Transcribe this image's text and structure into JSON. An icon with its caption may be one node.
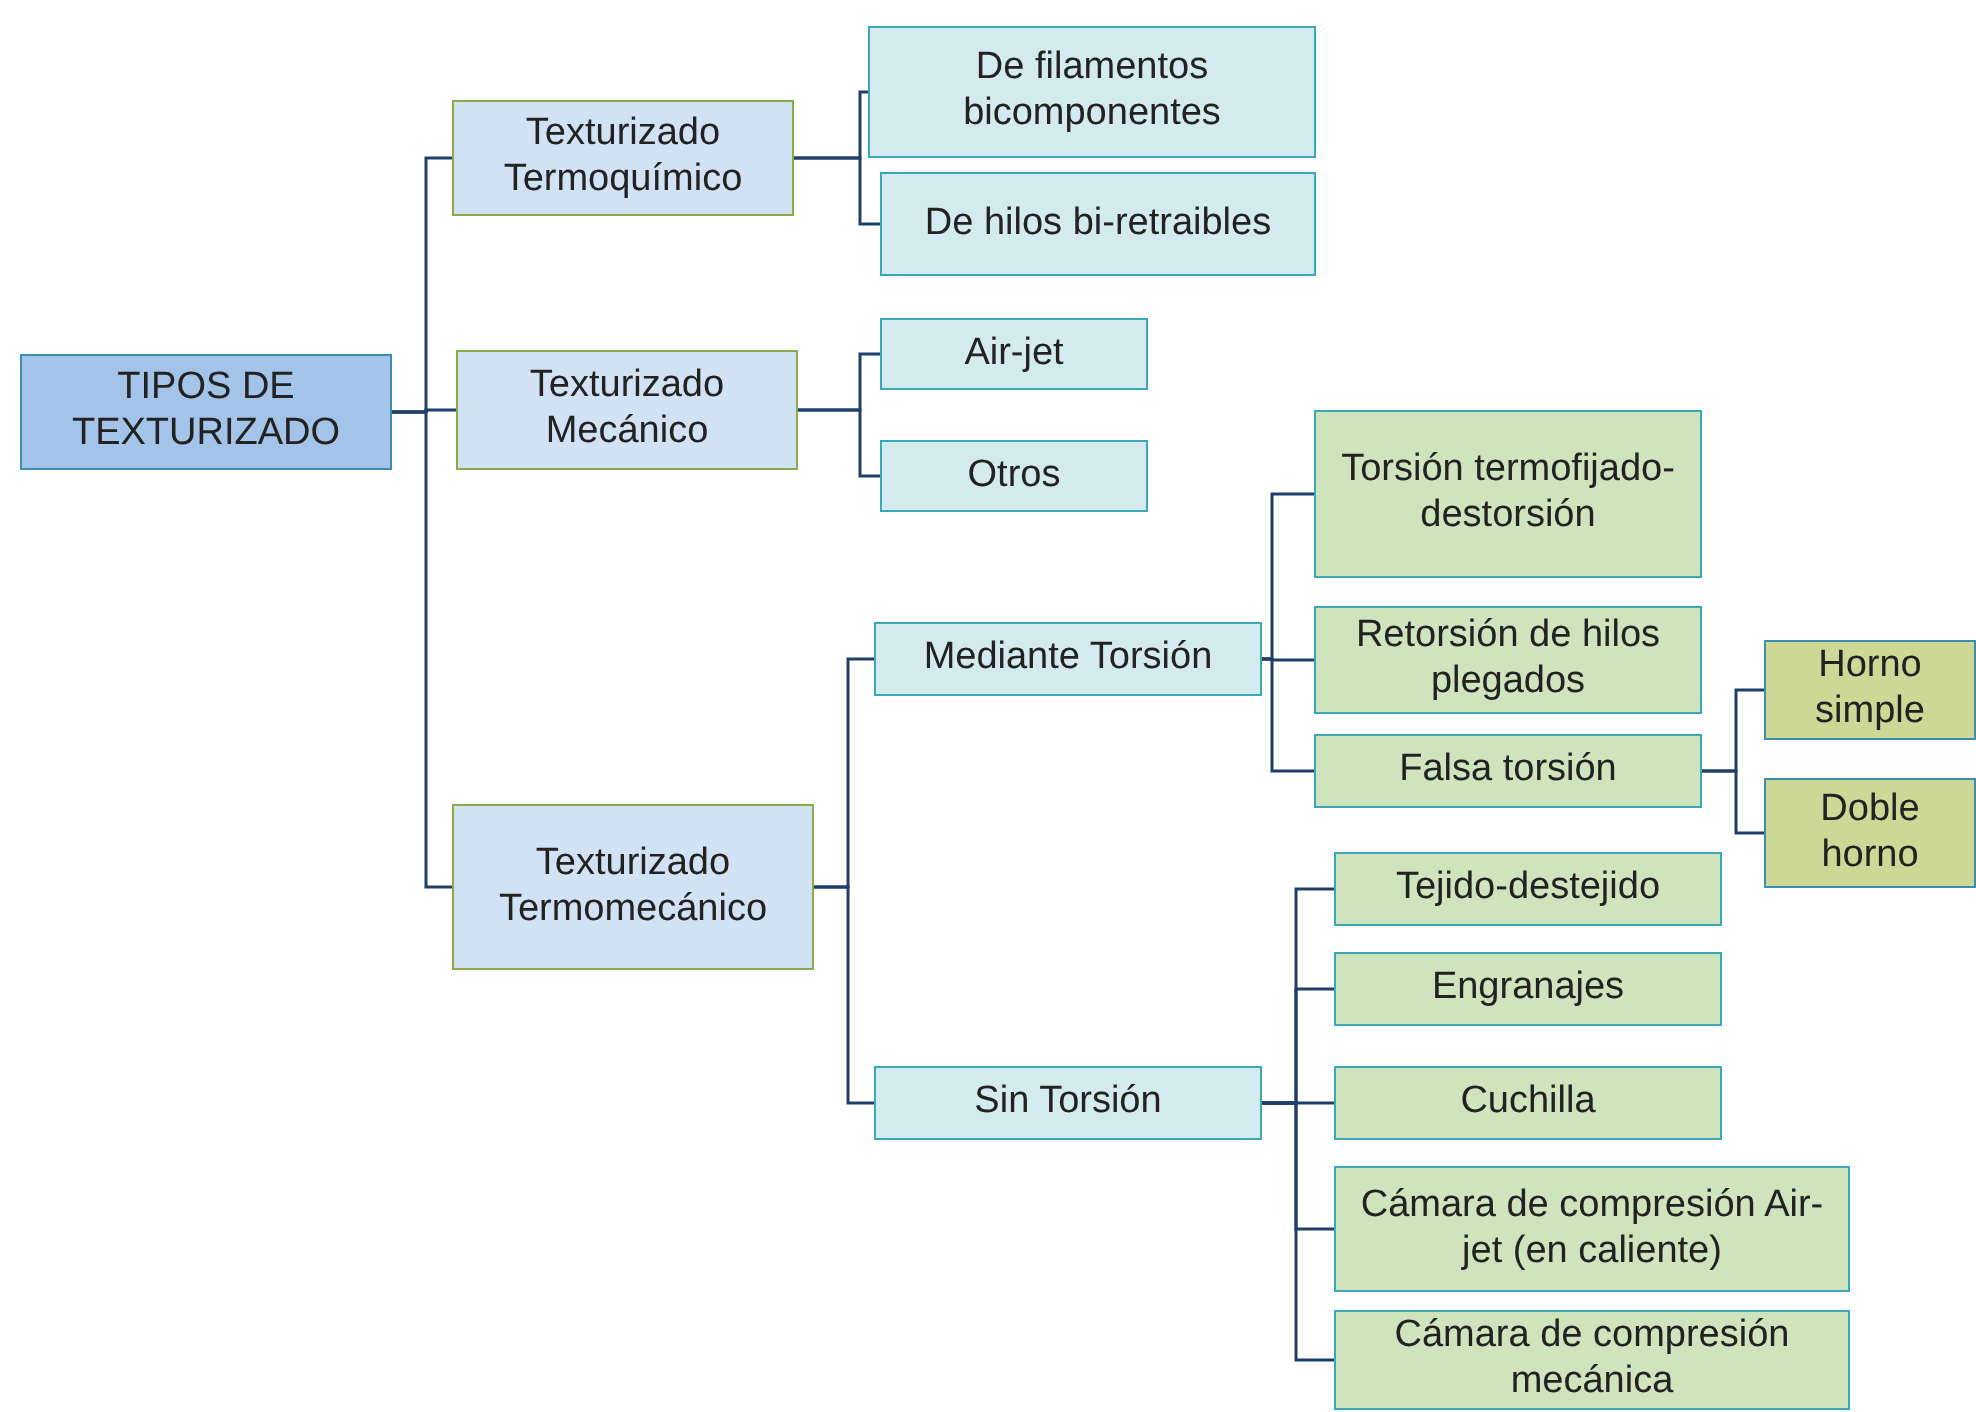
{
  "diagram": {
    "nodes": [
      {
        "text": [
          "TIPOS DE TEXTURIZADO"
        ]
      },
      {
        "text": [
          "Texturizado Termoquímico"
        ]
      },
      {
        "text": [
          "De filamentos bicomponentes"
        ]
      },
      {
        "text": [
          "De hilos bi-retraibles"
        ]
      },
      {
        "text": [
          "Texturizado Mecánico"
        ]
      },
      {
        "text": [
          "Air-jet"
        ]
      },
      {
        "text": [
          "Otros"
        ]
      },
      {
        "text": [
          "Texturizado Termomecánico"
        ]
      },
      {
        "text": [
          "Mediante Torsión"
        ]
      },
      {
        "text": [
          "Torsión termofijado-destorsión"
        ]
      },
      {
        "text": [
          "Retorsión de hilos plegados"
        ]
      },
      {
        "text": [
          "Falsa torsión"
        ]
      },
      {
        "text": [
          "Horno simple"
        ]
      },
      {
        "text": [
          "Doble horno"
        ]
      },
      {
        "text": [
          "Sin Torsión"
        ]
      },
      {
        "text": [
          "Tejido-destejido"
        ]
      },
      {
        "text": [
          "Engranajes"
        ]
      },
      {
        "text": [
          "Cuchilla"
        ]
      },
      {
        "text": [
          "Cámara de compresión Air-jet (en caliente)"
        ]
      },
      {
        "text": [
          "Cámara de compresión mecánica"
        ]
      }
    ],
    "edges": [
      {
        "from": 0,
        "to": 1,
        "arrow": "none"
      },
      {
        "from": 0,
        "to": 4,
        "arrow": "none"
      },
      {
        "from": 0,
        "to": 7,
        "arrow": "none"
      },
      {
        "from": 1,
        "to": 2,
        "arrow": "none"
      },
      {
        "from": 1,
        "to": 3,
        "arrow": "none"
      },
      {
        "from": 4,
        "to": 5,
        "arrow": "none"
      },
      {
        "from": 4,
        "to": 6,
        "arrow": "none"
      },
      {
        "from": 7,
        "to": 8,
        "arrow": "none"
      },
      {
        "from": 7,
        "to": 14,
        "arrow": "none"
      },
      {
        "from": 8,
        "to": 9,
        "arrow": "none"
      },
      {
        "from": 8,
        "to": 10,
        "arrow": "none"
      },
      {
        "from": 8,
        "to": 11,
        "arrow": "none"
      },
      {
        "from": 11,
        "to": 12,
        "arrow": "none"
      },
      {
        "from": 11,
        "to": 13,
        "arrow": "none"
      },
      {
        "from": 14,
        "to": 15,
        "arrow": "none"
      },
      {
        "from": 14,
        "to": 16,
        "arrow": "none"
      },
      {
        "from": 14,
        "to": 17,
        "arrow": "none"
      },
      {
        "from": 14,
        "to": 18,
        "arrow": "none"
      },
      {
        "from": 14,
        "to": 19,
        "arrow": "none"
      }
    ]
  }
}
